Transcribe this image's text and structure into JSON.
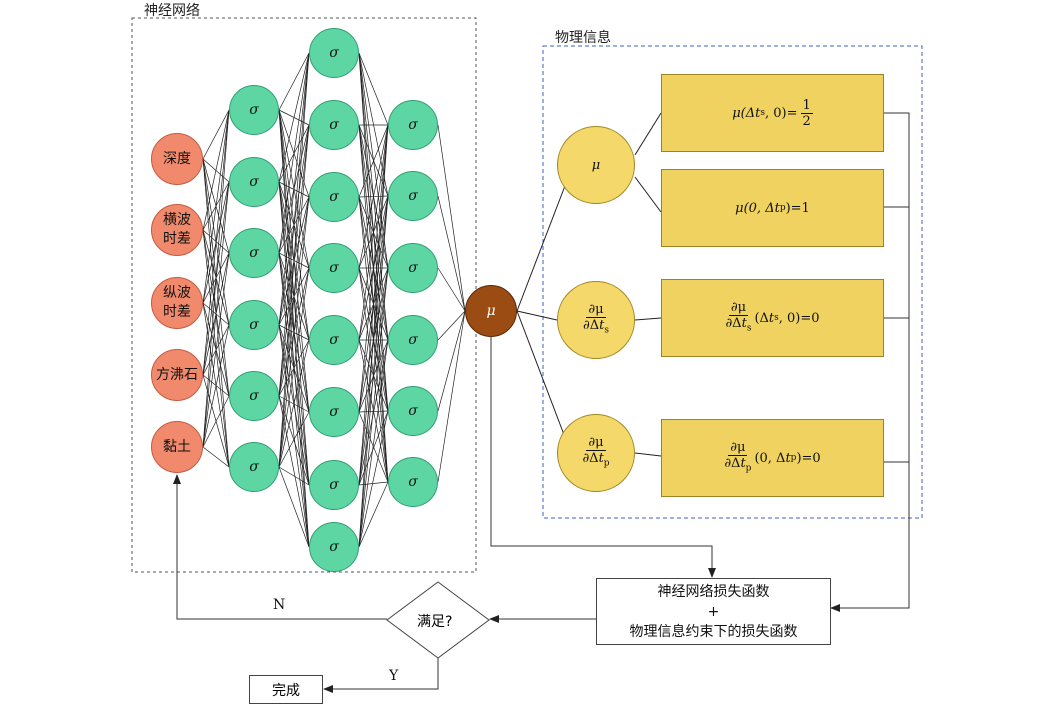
{
  "panels": {
    "nn_title": "神经网络",
    "phys_title": "物理信息"
  },
  "inputs": [
    {
      "line1": "深度",
      "line2": ""
    },
    {
      "line1": "横波",
      "line2": "时差"
    },
    {
      "line1": "纵波",
      "line2": "时差"
    },
    {
      "line1": "方沸石",
      "line2": ""
    },
    {
      "line1": "黏土",
      "line2": ""
    }
  ],
  "hidden": {
    "symbol": "σ",
    "layer_sizes": [
      6,
      8,
      6
    ]
  },
  "output": {
    "symbol": "μ"
  },
  "physics_nodes": {
    "mu": "μ",
    "partial": "∂μ",
    "d_ts_den": "∂Δ",
    "t_sym": "t",
    "sub_s": "s",
    "sub_p": "p"
  },
  "constraints": {
    "c1_left": "μ(Δ",
    "c1_mid": ", 0)=",
    "c1_num": "1",
    "c1_den": "2",
    "c2_left": "μ(0, Δ",
    "c2_right": ")=1",
    "c3_right_a": "(Δ",
    "c3_right_b": ", 0)=0",
    "c4_right_a": "(0, Δ",
    "c4_right_b": ")=0"
  },
  "loss": {
    "line1": "神经网络损失函数",
    "plus": "+",
    "line2": "物理信息约束下的损失函数"
  },
  "decision": {
    "label": "满足?",
    "no": "N",
    "yes": "Y"
  },
  "done_label": "完成",
  "colors": {
    "input_fill": "#f18a6c",
    "hidden_fill": "#5ed6a4",
    "output_fill": "#9a4c12",
    "physics_fill": "#f4d86a"
  }
}
